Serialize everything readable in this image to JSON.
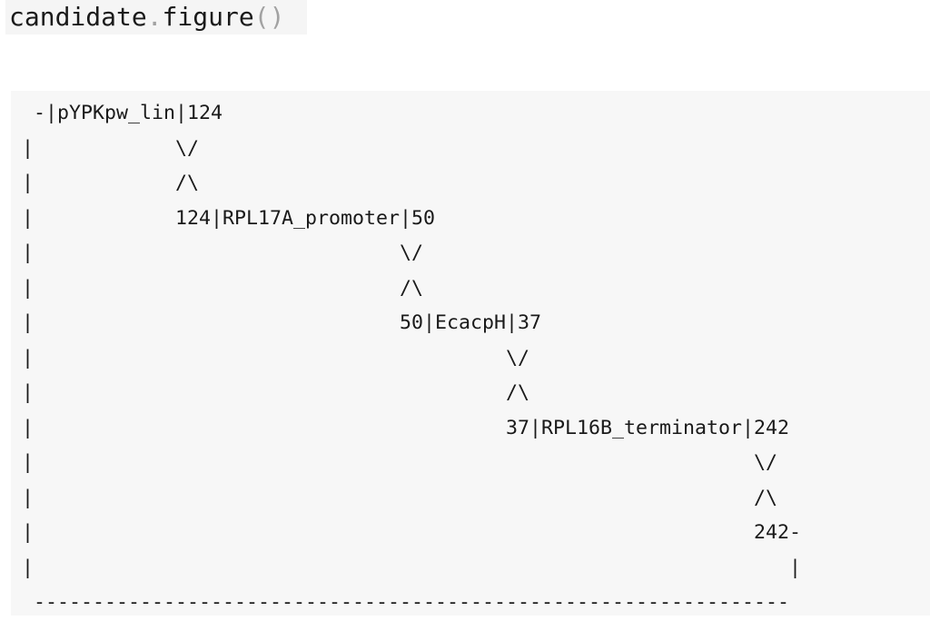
{
  "input_cell": {
    "object": "candidate",
    "dot": ".",
    "method": "figure",
    "parens": "()"
  },
  "output_figure": {
    "lines": [
      " -|pYPKpw_lin|124",
      "|            \\/",
      "|            /\\",
      "|            124|RPL17A_promoter|50",
      "|                               \\/",
      "|                               /\\",
      "|                               50|EcacpH|37",
      "|                                        \\/",
      "|                                        /\\",
      "|                                        37|RPL16B_terminator|242",
      "|                                                             \\/",
      "|                                                             /\\",
      "|                                                             242-",
      "|                                                                |",
      " ----------------------------------------------------------------"
    ]
  }
}
